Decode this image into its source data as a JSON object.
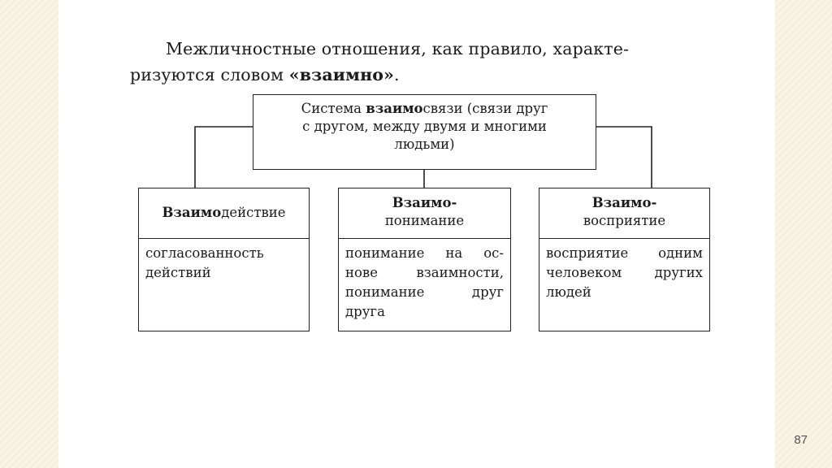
{
  "intro": {
    "line1": "Межличностные отношения, как правило, характе-",
    "line2_prefix": "ризуются словом ",
    "line2_bold": "«взаимно»",
    "line2_suffix": "."
  },
  "root_box": {
    "line1_prefix": "Система ",
    "line1_bold": "взаимо",
    "line1_suffix": "связи (связи друг",
    "line2": "с другом, между двумя и многими",
    "line3": "людьми)"
  },
  "columns": [
    {
      "title_bold": "Взаимо",
      "title_rest": "действие",
      "body_lines": [
        "согласованность",
        "действий"
      ]
    },
    {
      "title_line1": "Взаимо-",
      "title_line2": "понимание",
      "body_lines": [
        "понимание на ос-",
        "нове взаимности,",
        "понимание друг",
        "друга"
      ]
    },
    {
      "title_line1": "Взаимо-",
      "title_line2": "восприятие",
      "body_lines": [
        "восприятие одним",
        "человеком других",
        "людей"
      ]
    }
  ],
  "page_number": "87",
  "colors": {
    "line": "#222222",
    "text": "#1c1c1c",
    "margin_texture": "#f6efdc"
  }
}
